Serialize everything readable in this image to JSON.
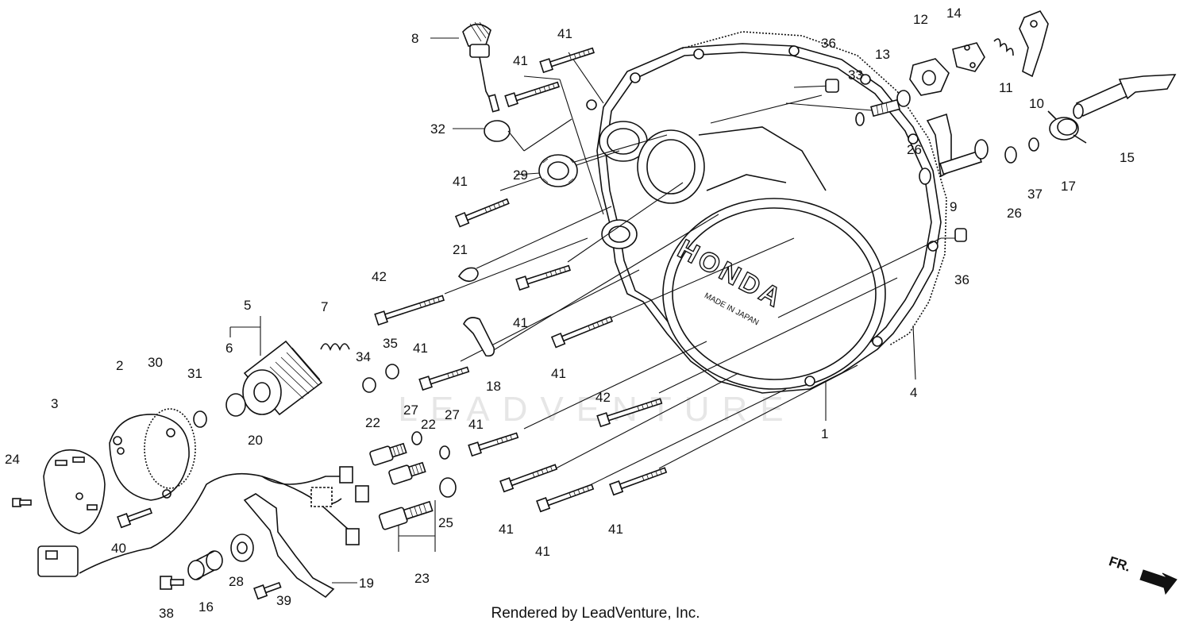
{
  "footer": {
    "text": "Rendered by LeadVenture, Inc."
  },
  "watermark": {
    "text": "LEADVENTURE"
  },
  "direction_arrow": {
    "label": "FR."
  },
  "cover_text": {
    "brand": "HONDA",
    "origin": "MADE IN JAPAN"
  },
  "callouts": [
    {
      "id": "c8",
      "label": "8"
    },
    {
      "id": "c41a",
      "label": "41"
    },
    {
      "id": "c41b",
      "label": "41"
    },
    {
      "id": "c32",
      "label": "32"
    },
    {
      "id": "c29",
      "label": "29"
    },
    {
      "id": "c41c",
      "label": "41"
    },
    {
      "id": "c21",
      "label": "21"
    },
    {
      "id": "c42a",
      "label": "42"
    },
    {
      "id": "c41d",
      "label": "41"
    },
    {
      "id": "c5",
      "label": "5"
    },
    {
      "id": "c7",
      "label": "7"
    },
    {
      "id": "c6",
      "label": "6"
    },
    {
      "id": "c34",
      "label": "34"
    },
    {
      "id": "c35",
      "label": "35"
    },
    {
      "id": "c41e",
      "label": "41"
    },
    {
      "id": "c18",
      "label": "18"
    },
    {
      "id": "c41f",
      "label": "41"
    },
    {
      "id": "c2",
      "label": "2"
    },
    {
      "id": "c30",
      "label": "30"
    },
    {
      "id": "c31",
      "label": "31"
    },
    {
      "id": "c3",
      "label": "3"
    },
    {
      "id": "c22a",
      "label": "22"
    },
    {
      "id": "c27a",
      "label": "27"
    },
    {
      "id": "c22b",
      "label": "22"
    },
    {
      "id": "c27b",
      "label": "27"
    },
    {
      "id": "c41g",
      "label": "41"
    },
    {
      "id": "c42b",
      "label": "42"
    },
    {
      "id": "c24",
      "label": "24"
    },
    {
      "id": "c20",
      "label": "20"
    },
    {
      "id": "c40",
      "label": "40"
    },
    {
      "id": "c25",
      "label": "25"
    },
    {
      "id": "c23",
      "label": "23"
    },
    {
      "id": "c28",
      "label": "28"
    },
    {
      "id": "c19",
      "label": "19"
    },
    {
      "id": "c38",
      "label": "38"
    },
    {
      "id": "c16",
      "label": "16"
    },
    {
      "id": "c39",
      "label": "39"
    },
    {
      "id": "c41h",
      "label": "41"
    },
    {
      "id": "c41i",
      "label": "41"
    },
    {
      "id": "c41j",
      "label": "41"
    },
    {
      "id": "c1",
      "label": "1"
    },
    {
      "id": "c4",
      "label": "4"
    },
    {
      "id": "c36a",
      "label": "36"
    },
    {
      "id": "c33",
      "label": "33"
    },
    {
      "id": "c13",
      "label": "13"
    },
    {
      "id": "c12",
      "label": "12"
    },
    {
      "id": "c14",
      "label": "14"
    },
    {
      "id": "c11",
      "label": "11"
    },
    {
      "id": "c10",
      "label": "10"
    },
    {
      "id": "c15",
      "label": "15"
    },
    {
      "id": "c26a",
      "label": "26"
    },
    {
      "id": "c9",
      "label": "9"
    },
    {
      "id": "c26b",
      "label": "26"
    },
    {
      "id": "c37",
      "label": "37"
    },
    {
      "id": "c17",
      "label": "17"
    },
    {
      "id": "c36b",
      "label": "36"
    }
  ]
}
